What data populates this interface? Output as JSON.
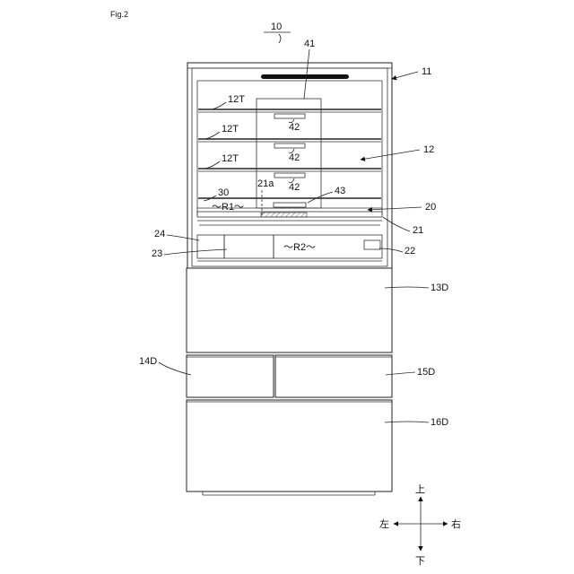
{
  "figure_label": "Fig.2",
  "reference_numerals": {
    "fridge": "10",
    "body": "11",
    "fridge_compartment": "12",
    "door_13": "13D",
    "door_14": "14D",
    "door_15": "15D",
    "door_16": "16D",
    "shelf_1": "12T",
    "shelf_2": "12T",
    "shelf_3": "12T",
    "partition": "20",
    "cover": "21",
    "cover_part": "21a",
    "drawer_22": "22",
    "drawer_23": "23",
    "drawer_24": "24",
    "region_30": "30",
    "module_41": "41",
    "unit_42_a": "42",
    "unit_42_b": "42",
    "unit_42_c": "42",
    "unit_43": "43"
  },
  "regions": {
    "r1": "～R1～",
    "r2": "～R2～"
  },
  "directions": {
    "up": "上",
    "down": "下",
    "left": "左",
    "right": "右"
  }
}
